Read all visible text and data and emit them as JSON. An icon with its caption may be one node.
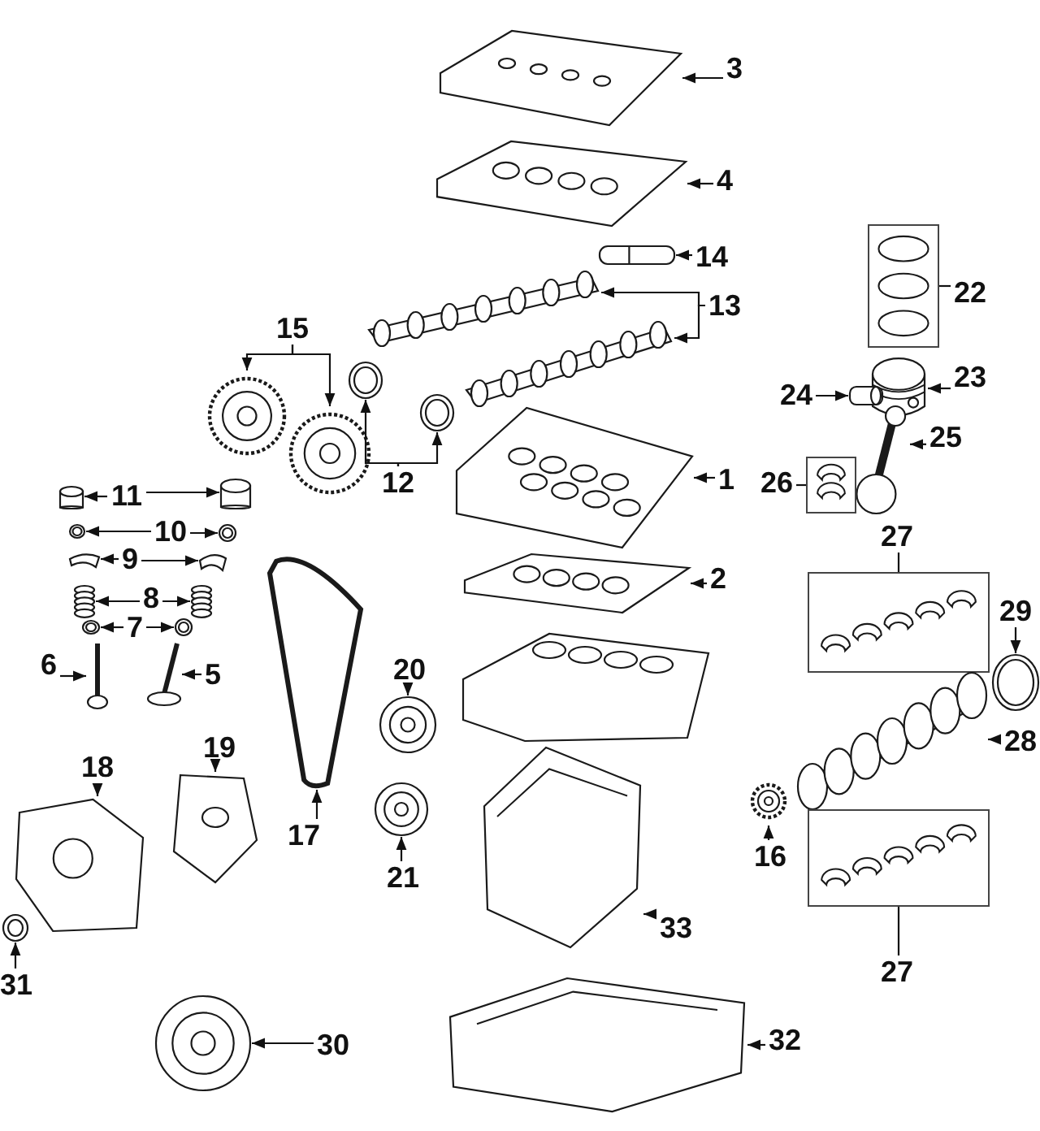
{
  "diagram": {
    "nodes": [
      {
        "text": [
          "3"
        ]
      },
      {
        "text": [],
        "shape": "picture"
      },
      {
        "text": [
          "4"
        ]
      },
      {
        "text": [],
        "shape": "picture"
      },
      {
        "text": [
          "14"
        ]
      },
      {
        "text": [],
        "shape": "picture"
      },
      {
        "text": [
          "22"
        ]
      },
      {
        "text": [],
        "shape": "box"
      },
      {
        "text": [
          "13"
        ]
      },
      {
        "text": [],
        "shape": "picture"
      },
      {
        "text": [],
        "shape": "picture"
      },
      {
        "text": [
          "23"
        ]
      },
      {
        "text": [],
        "shape": "picture"
      },
      {
        "text": [
          "24"
        ]
      },
      {
        "text": [],
        "shape": "cylinder"
      },
      {
        "text": [
          "25"
        ]
      },
      {
        "text": [],
        "shape": "picture"
      },
      {
        "text": [
          "26"
        ]
      },
      {
        "text": [],
        "shape": "box"
      },
      {
        "text": [
          "1"
        ]
      },
      {
        "text": [],
        "shape": "picture"
      },
      {
        "text": [
          "15"
        ]
      },
      {
        "text": [],
        "shape": "picture"
      },
      {
        "text": [],
        "shape": "picture"
      },
      {
        "text": [
          "12"
        ]
      },
      {
        "text": [],
        "shape": "picture"
      },
      {
        "text": [],
        "shape": "picture"
      },
      {
        "text": [
          "11"
        ]
      },
      {
        "text": [],
        "shape": "cylinder"
      },
      {
        "text": [],
        "shape": "cylinder"
      },
      {
        "text": [
          "10"
        ]
      },
      {
        "text": [],
        "shape": "circle"
      },
      {
        "text": [],
        "shape": "circle"
      },
      {
        "text": [
          "9"
        ]
      },
      {
        "text": [],
        "shape": "picture"
      },
      {
        "text": [],
        "shape": "picture"
      },
      {
        "text": [
          "8"
        ]
      },
      {
        "text": [],
        "shape": "picture"
      },
      {
        "text": [],
        "shape": "picture"
      },
      {
        "text": [
          "7"
        ]
      },
      {
        "text": [],
        "shape": "circle"
      },
      {
        "text": [],
        "shape": "circle"
      },
      {
        "text": [
          "6"
        ]
      },
      {
        "text": [],
        "shape": "picture"
      },
      {
        "text": [
          "5"
        ]
      },
      {
        "text": [],
        "shape": "picture"
      },
      {
        "text": [
          "2"
        ]
      },
      {
        "text": [],
        "shape": "picture"
      },
      {
        "text": [
          "27"
        ]
      },
      {
        "text": [],
        "shape": "box"
      },
      {
        "text": [
          "29"
        ]
      },
      {
        "text": [],
        "shape": "picture"
      },
      {
        "text": [
          "20"
        ]
      },
      {
        "text": [],
        "shape": "picture"
      },
      {
        "text": [
          "28"
        ]
      },
      {
        "text": [],
        "shape": "picture"
      },
      {
        "text": [
          "19"
        ]
      },
      {
        "text": [],
        "shape": "picture"
      },
      {
        "text": [
          "18"
        ]
      },
      {
        "text": [],
        "shape": "picture"
      },
      {
        "text": [
          "17"
        ]
      },
      {
        "text": [],
        "shape": "picture"
      },
      {
        "text": [
          "16"
        ]
      },
      {
        "text": [],
        "shape": "picture"
      },
      {
        "text": [
          "21"
        ]
      },
      {
        "text": [],
        "shape": "picture"
      },
      {
        "text": [
          "27"
        ]
      },
      {
        "text": [],
        "shape": "box"
      },
      {
        "text": [
          "33"
        ]
      },
      {
        "text": [],
        "shape": "picture"
      },
      {
        "text": [
          "31"
        ]
      },
      {
        "text": [],
        "shape": "picture"
      },
      {
        "text": [
          "30"
        ]
      },
      {
        "text": [],
        "shape": "picture"
      },
      {
        "text": [
          "32"
        ]
      },
      {
        "text": [],
        "shape": "picture"
      }
    ],
    "edges": [
      {
        "from": 0,
        "to": 1,
        "arrow": "to"
      },
      {
        "from": 2,
        "to": 3,
        "arrow": "to"
      },
      {
        "from": 4,
        "to": 5,
        "arrow": "to"
      },
      {
        "from": 6,
        "to": 7,
        "arrow": "none"
      },
      {
        "from": 8,
        "to": 9,
        "arrow": "to"
      },
      {
        "from": 8,
        "to": 10,
        "arrow": "to"
      },
      {
        "from": 11,
        "to": 12,
        "arrow": "to"
      },
      {
        "from": 13,
        "to": 14,
        "arrow": "to"
      },
      {
        "from": 15,
        "to": 16,
        "arrow": "to"
      },
      {
        "from": 17,
        "to": 18,
        "arrow": "none"
      },
      {
        "from": 19,
        "to": 20,
        "arrow": "to"
      },
      {
        "from": 21,
        "to": 22,
        "arrow": "to"
      },
      {
        "from": 21,
        "to": 23,
        "arrow": "to"
      },
      {
        "from": 24,
        "to": 25,
        "arrow": "to"
      },
      {
        "from": 24,
        "to": 26,
        "arrow": "to"
      },
      {
        "from": 27,
        "to": 28,
        "arrow": "to"
      },
      {
        "from": 27,
        "to": 29,
        "arrow": "to"
      },
      {
        "from": 30,
        "to": 31,
        "arrow": "to"
      },
      {
        "from": 30,
        "to": 32,
        "arrow": "to"
      },
      {
        "from": 33,
        "to": 34,
        "arrow": "to"
      },
      {
        "from": 33,
        "to": 35,
        "arrow": "to"
      },
      {
        "from": 36,
        "to": 37,
        "arrow": "to"
      },
      {
        "from": 36,
        "to": 38,
        "arrow": "to"
      },
      {
        "from": 39,
        "to": 40,
        "arrow": "to"
      },
      {
        "from": 39,
        "to": 41,
        "arrow": "to"
      },
      {
        "from": 42,
        "to": 43,
        "arrow": "to"
      },
      {
        "from": 44,
        "to": 45,
        "arrow": "to"
      },
      {
        "from": 46,
        "to": 47,
        "arrow": "to"
      },
      {
        "from": 48,
        "to": 49,
        "arrow": "none"
      },
      {
        "from": 50,
        "to": 51,
        "arrow": "to"
      },
      {
        "from": 52,
        "to": 53,
        "arrow": "to"
      },
      {
        "from": 54,
        "to": 55,
        "arrow": "to"
      },
      {
        "from": 56,
        "to": 57,
        "arrow": "to"
      },
      {
        "from": 58,
        "to": 59,
        "arrow": "to"
      },
      {
        "from": 60,
        "to": 61,
        "arrow": "to"
      },
      {
        "from": 62,
        "to": 63,
        "arrow": "to"
      },
      {
        "from": 64,
        "to": 65,
        "arrow": "to"
      },
      {
        "from": 66,
        "to": 67,
        "arrow": "none"
      },
      {
        "from": 68,
        "to": 69,
        "arrow": "to"
      },
      {
        "from": 70,
        "to": 71,
        "arrow": "to"
      },
      {
        "from": 72,
        "to": 73,
        "arrow": "to"
      },
      {
        "from": 74,
        "to": 75,
        "arrow": "to"
      }
    ]
  }
}
